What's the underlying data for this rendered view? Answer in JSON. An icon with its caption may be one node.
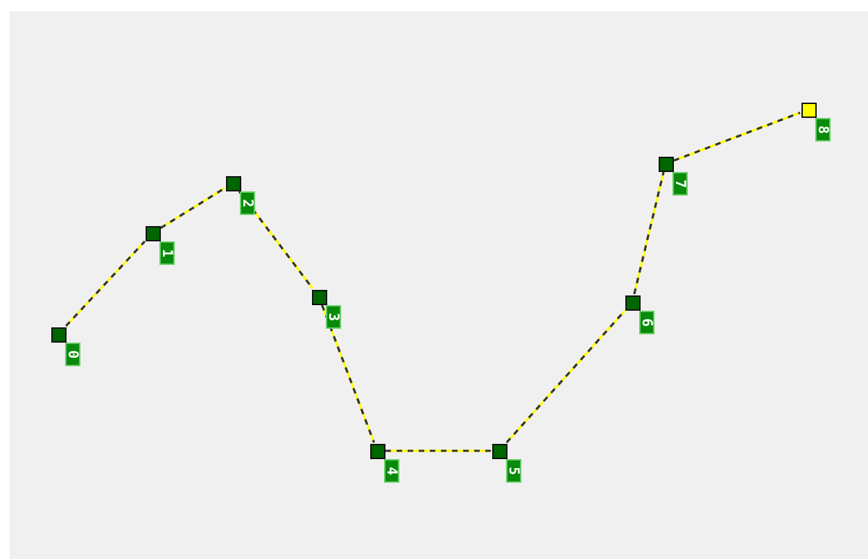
{
  "diagram": {
    "nodes": [
      {
        "text": [],
        "shape": "box",
        "beside": [
          "0"
        ]
      },
      {
        "text": [],
        "shape": "box",
        "beside": [
          "1"
        ]
      },
      {
        "text": [],
        "shape": "box",
        "beside": [
          "2"
        ]
      },
      {
        "text": [],
        "shape": "box",
        "beside": [
          "3"
        ]
      },
      {
        "text": [],
        "shape": "box",
        "beside": [
          "4"
        ]
      },
      {
        "text": [],
        "shape": "box",
        "beside": [
          "5"
        ]
      },
      {
        "text": [],
        "shape": "box",
        "beside": [
          "6"
        ]
      },
      {
        "text": [],
        "shape": "box",
        "beside": [
          "7"
        ]
      },
      {
        "text": [],
        "shape": "box",
        "beside": [
          "8"
        ]
      }
    ],
    "edges": [
      {
        "from": 0,
        "to": 1,
        "arrow": "none"
      },
      {
        "from": 1,
        "to": 2,
        "arrow": "none"
      },
      {
        "from": 2,
        "to": 3,
        "arrow": "none"
      },
      {
        "from": 3,
        "to": 4,
        "arrow": "none"
      },
      {
        "from": 4,
        "to": 5,
        "arrow": "none"
      },
      {
        "from": 5,
        "to": 6,
        "arrow": "none"
      },
      {
        "from": 6,
        "to": 7,
        "arrow": "none"
      },
      {
        "from": 7,
        "to": 8,
        "arrow": "none"
      }
    ]
  }
}
